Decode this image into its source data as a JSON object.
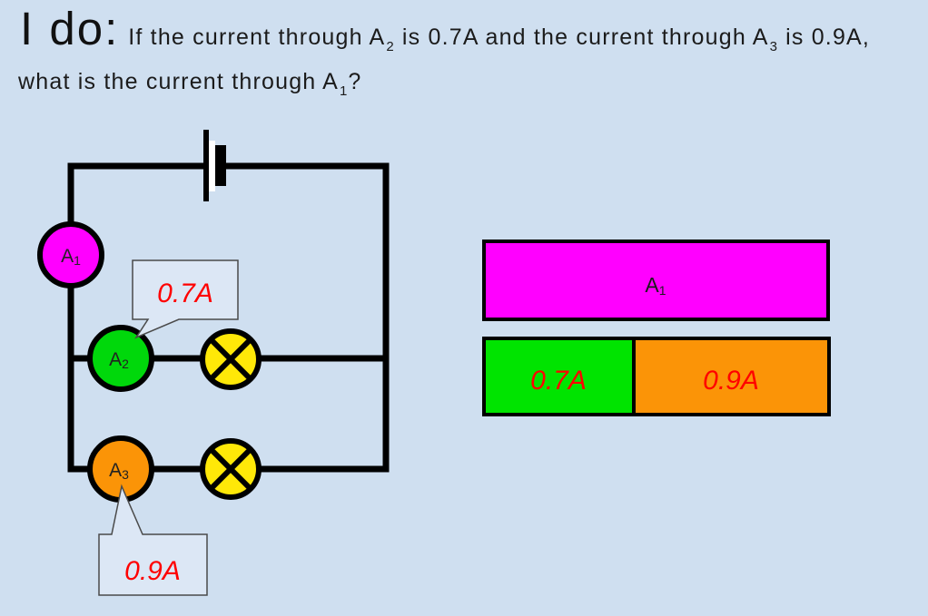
{
  "title": {
    "lead": "I do:",
    "q1_pre": "If the current through A",
    "q1_sub1": "2",
    "q1_mid": " is 0.7A and the current through A",
    "q1_sub2": "3",
    "q1_end": " is 0.9A,",
    "q2_pre": "what is the current through A",
    "q2_sub": "1",
    "q2_end": "?"
  },
  "circuit": {
    "ammeters": [
      {
        "label": "A",
        "sub": "1",
        "color": "#FF00FF"
      },
      {
        "label": "A",
        "sub": "2",
        "color": "#00D80B",
        "reading": "0.7A"
      },
      {
        "label": "A",
        "sub": "3",
        "color": "#FB9407",
        "reading": "0.9A"
      }
    ],
    "lamp_color": "#FFE808",
    "callouts": [
      {
        "value": "0.7A",
        "points_to": "A2"
      },
      {
        "value": "0.9A",
        "points_to": "A3"
      }
    ]
  },
  "bar_model": {
    "total": {
      "label": "A",
      "sub": "1",
      "color": "#FF00FF"
    },
    "parts": [
      {
        "value": "0.7A",
        "color": "#00E400",
        "fraction": 0.4375
      },
      {
        "value": "0.9A",
        "color": "#FB9407",
        "fraction": 0.5625
      }
    ]
  },
  "colors": {
    "background": "#CFDFF0",
    "value_text": "#FF0000",
    "wire": "#000000",
    "battery_gap": "#FFFFFF"
  }
}
